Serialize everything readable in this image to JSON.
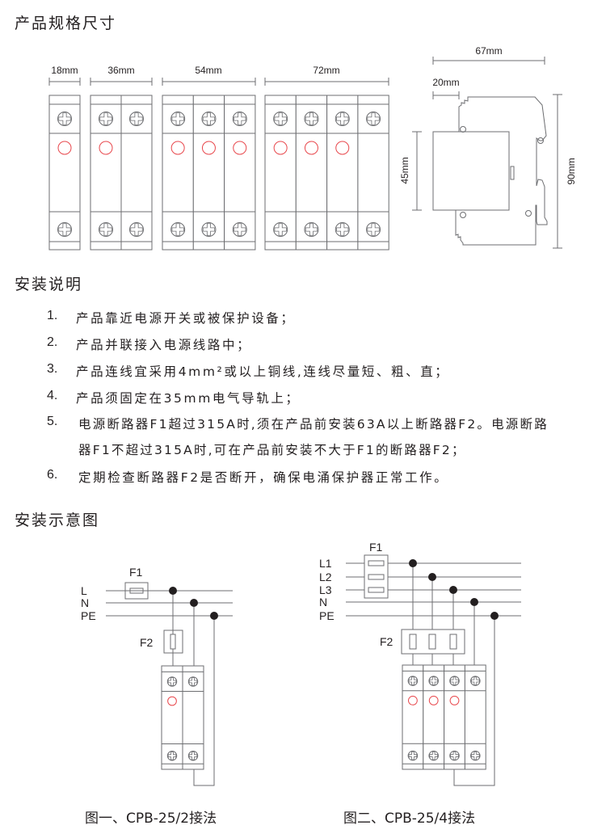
{
  "sections": {
    "spec_title": "产品规格尺寸",
    "install_title": "安装说明",
    "diagram_title": "安装示意图"
  },
  "front_views": {
    "widths": [
      "18mm",
      "36mm",
      "54mm",
      "72mm"
    ]
  },
  "side_view": {
    "depth": "67mm",
    "offset": "20mm",
    "front_height": "45mm",
    "total_height": "90mm"
  },
  "instructions": [
    {
      "num": "1.",
      "lines": [
        "产品靠近电源开关或被保护设备；"
      ]
    },
    {
      "num": "2.",
      "lines": [
        "产品并联接入电源线路中；"
      ]
    },
    {
      "num": "3.",
      "lines": [
        "产品连线宜采用4mm²或以上铜线,连线尽量短、粗、直；"
      ]
    },
    {
      "num": "4.",
      "lines": [
        "产品须固定在35mm电气导轨上；"
      ]
    },
    {
      "num": "5.",
      "lines": [
        "电源断路器F1超过315A时,须在产品前安装63A以上断路器F2。电源断路",
        "器F1不超过315A时,可在产品前安装不大于F1的断路器F2；"
      ]
    },
    {
      "num": "6.",
      "lines": [
        "定期检查断路器F2是否断开，确保电涌保护器正常工作。"
      ]
    }
  ],
  "diagram1": {
    "lines": [
      "L",
      "N",
      "PE"
    ],
    "f1": "F1",
    "f2": "F2",
    "caption": "图一、CPB-25/2接法"
  },
  "diagram2": {
    "lines": [
      "L1",
      "L2",
      "L3",
      "N",
      "PE"
    ],
    "f1": "F1",
    "f2": "F2",
    "caption": "图二、CPB-25/4接法"
  },
  "colors": {
    "line": "#6d6e71",
    "indicator": "#e8474c",
    "dot": "#231f20"
  }
}
